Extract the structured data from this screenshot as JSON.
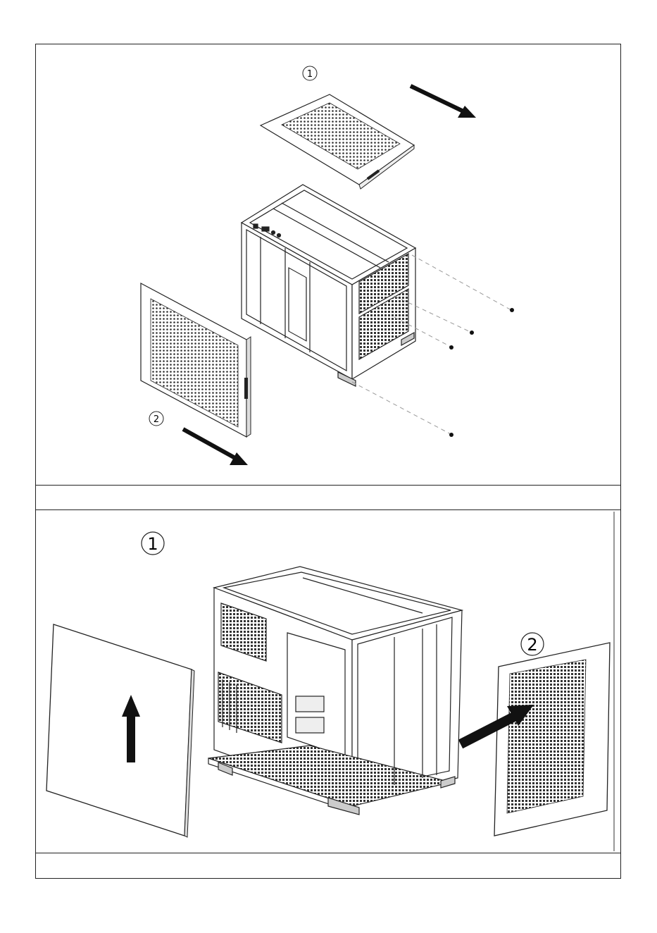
{
  "figure1": {
    "callouts": [
      {
        "id": "top-panel",
        "label": "1"
      },
      {
        "id": "side-panel",
        "label": "2"
      }
    ],
    "caption": ""
  },
  "figure2": {
    "callouts": [
      {
        "id": "glass-panel",
        "label": "1"
      },
      {
        "id": "mesh-panel",
        "label": "2"
      }
    ],
    "caption": ""
  },
  "colors": {
    "line": "#222222",
    "mesh": "#333333",
    "arrow": "#111111"
  }
}
